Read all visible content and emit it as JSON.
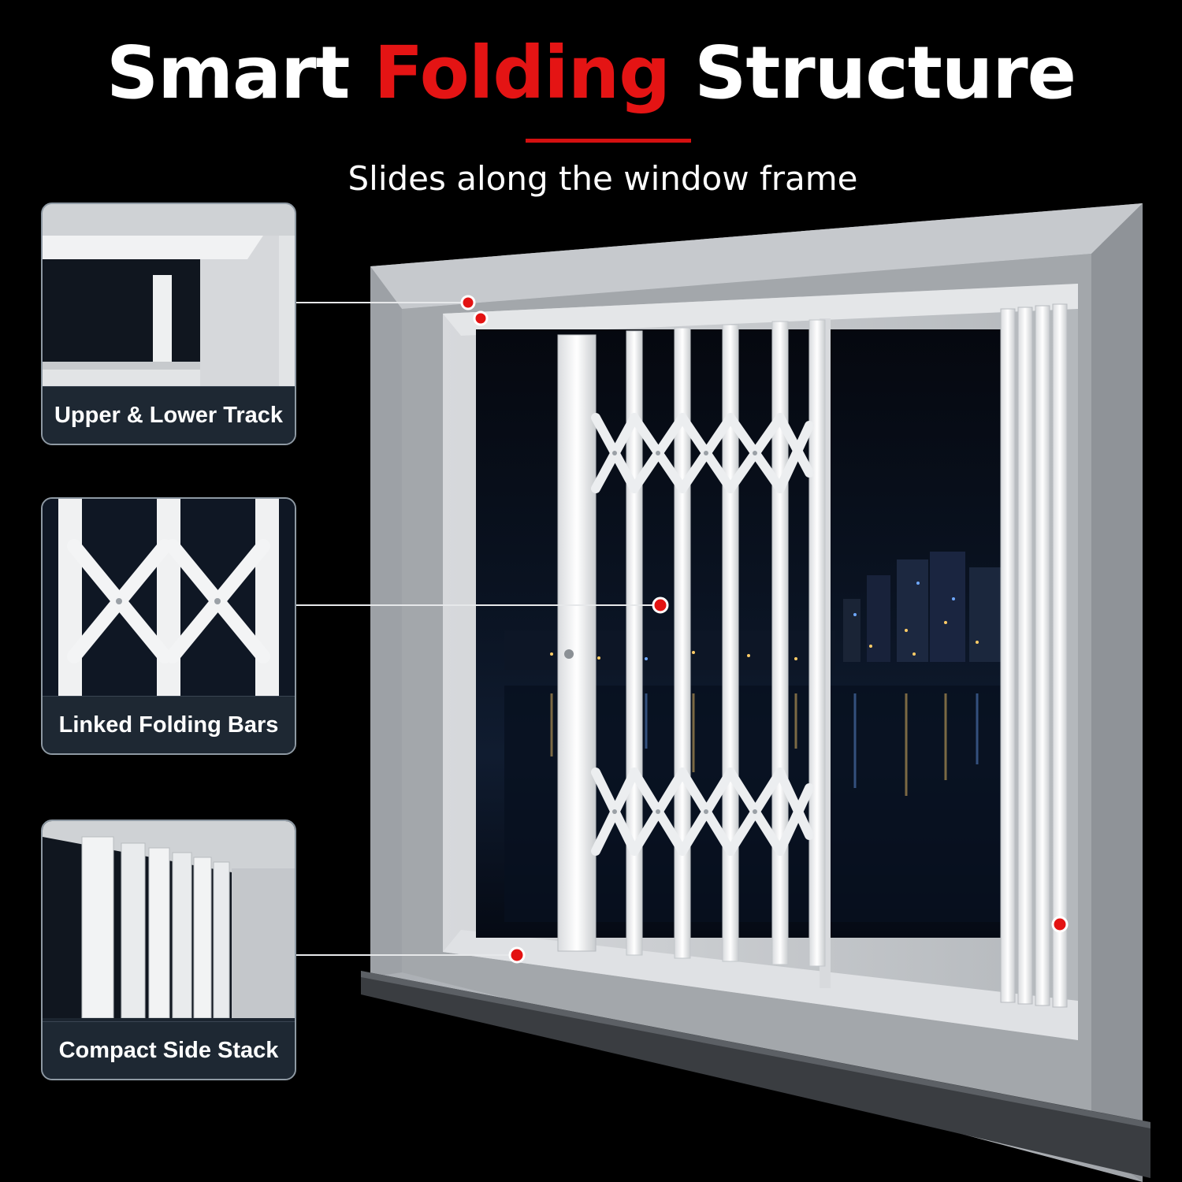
{
  "header": {
    "title_part1": "Smart",
    "title_accent": "Folding",
    "title_part2": "Structure",
    "subtitle": "Slides along the window frame"
  },
  "callouts": [
    {
      "label": "Upper & Lower Track"
    },
    {
      "label": "Linked Folding Bars"
    },
    {
      "label": "Compact Side Stack"
    }
  ],
  "colors": {
    "background": "#000000",
    "accent_red": "#e41414",
    "frame_gray": "#b9bcc0",
    "grille_white": "#f2f3f4",
    "card_border": "#8e99a3"
  }
}
